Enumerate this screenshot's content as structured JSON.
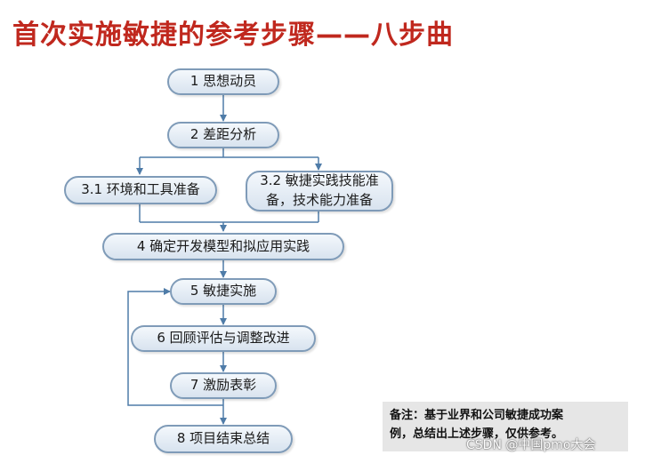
{
  "title": "首次实施敏捷的参考步骤——八步曲",
  "steps": {
    "s1": "1 思想动员",
    "s2": "2 差距分析",
    "s31": "3.1 环境和工具准备",
    "s32_line1": "3.2 敏捷实践技能准",
    "s32_line2": "备，技术能力准备",
    "s4": "4 确定开发模型和拟应用实践",
    "s5": "5 敏捷实施",
    "s6": "6 回顾评估与调整改进",
    "s7": "7 激励表彰",
    "s8": "8 项目结束总结"
  },
  "note": {
    "line1": "备注：基于业界和公司敏捷成功案",
    "line2": "例，总结出上述步骤，仅供参考。"
  },
  "watermark": "CSDN @中国pmo大会",
  "colors": {
    "title": "#c0281e",
    "box_border": "#7f9bb8",
    "box_fill_top": "#f4f8fc",
    "box_fill_bottom": "#d8e3ef",
    "connector": "#4f7ca8"
  }
}
